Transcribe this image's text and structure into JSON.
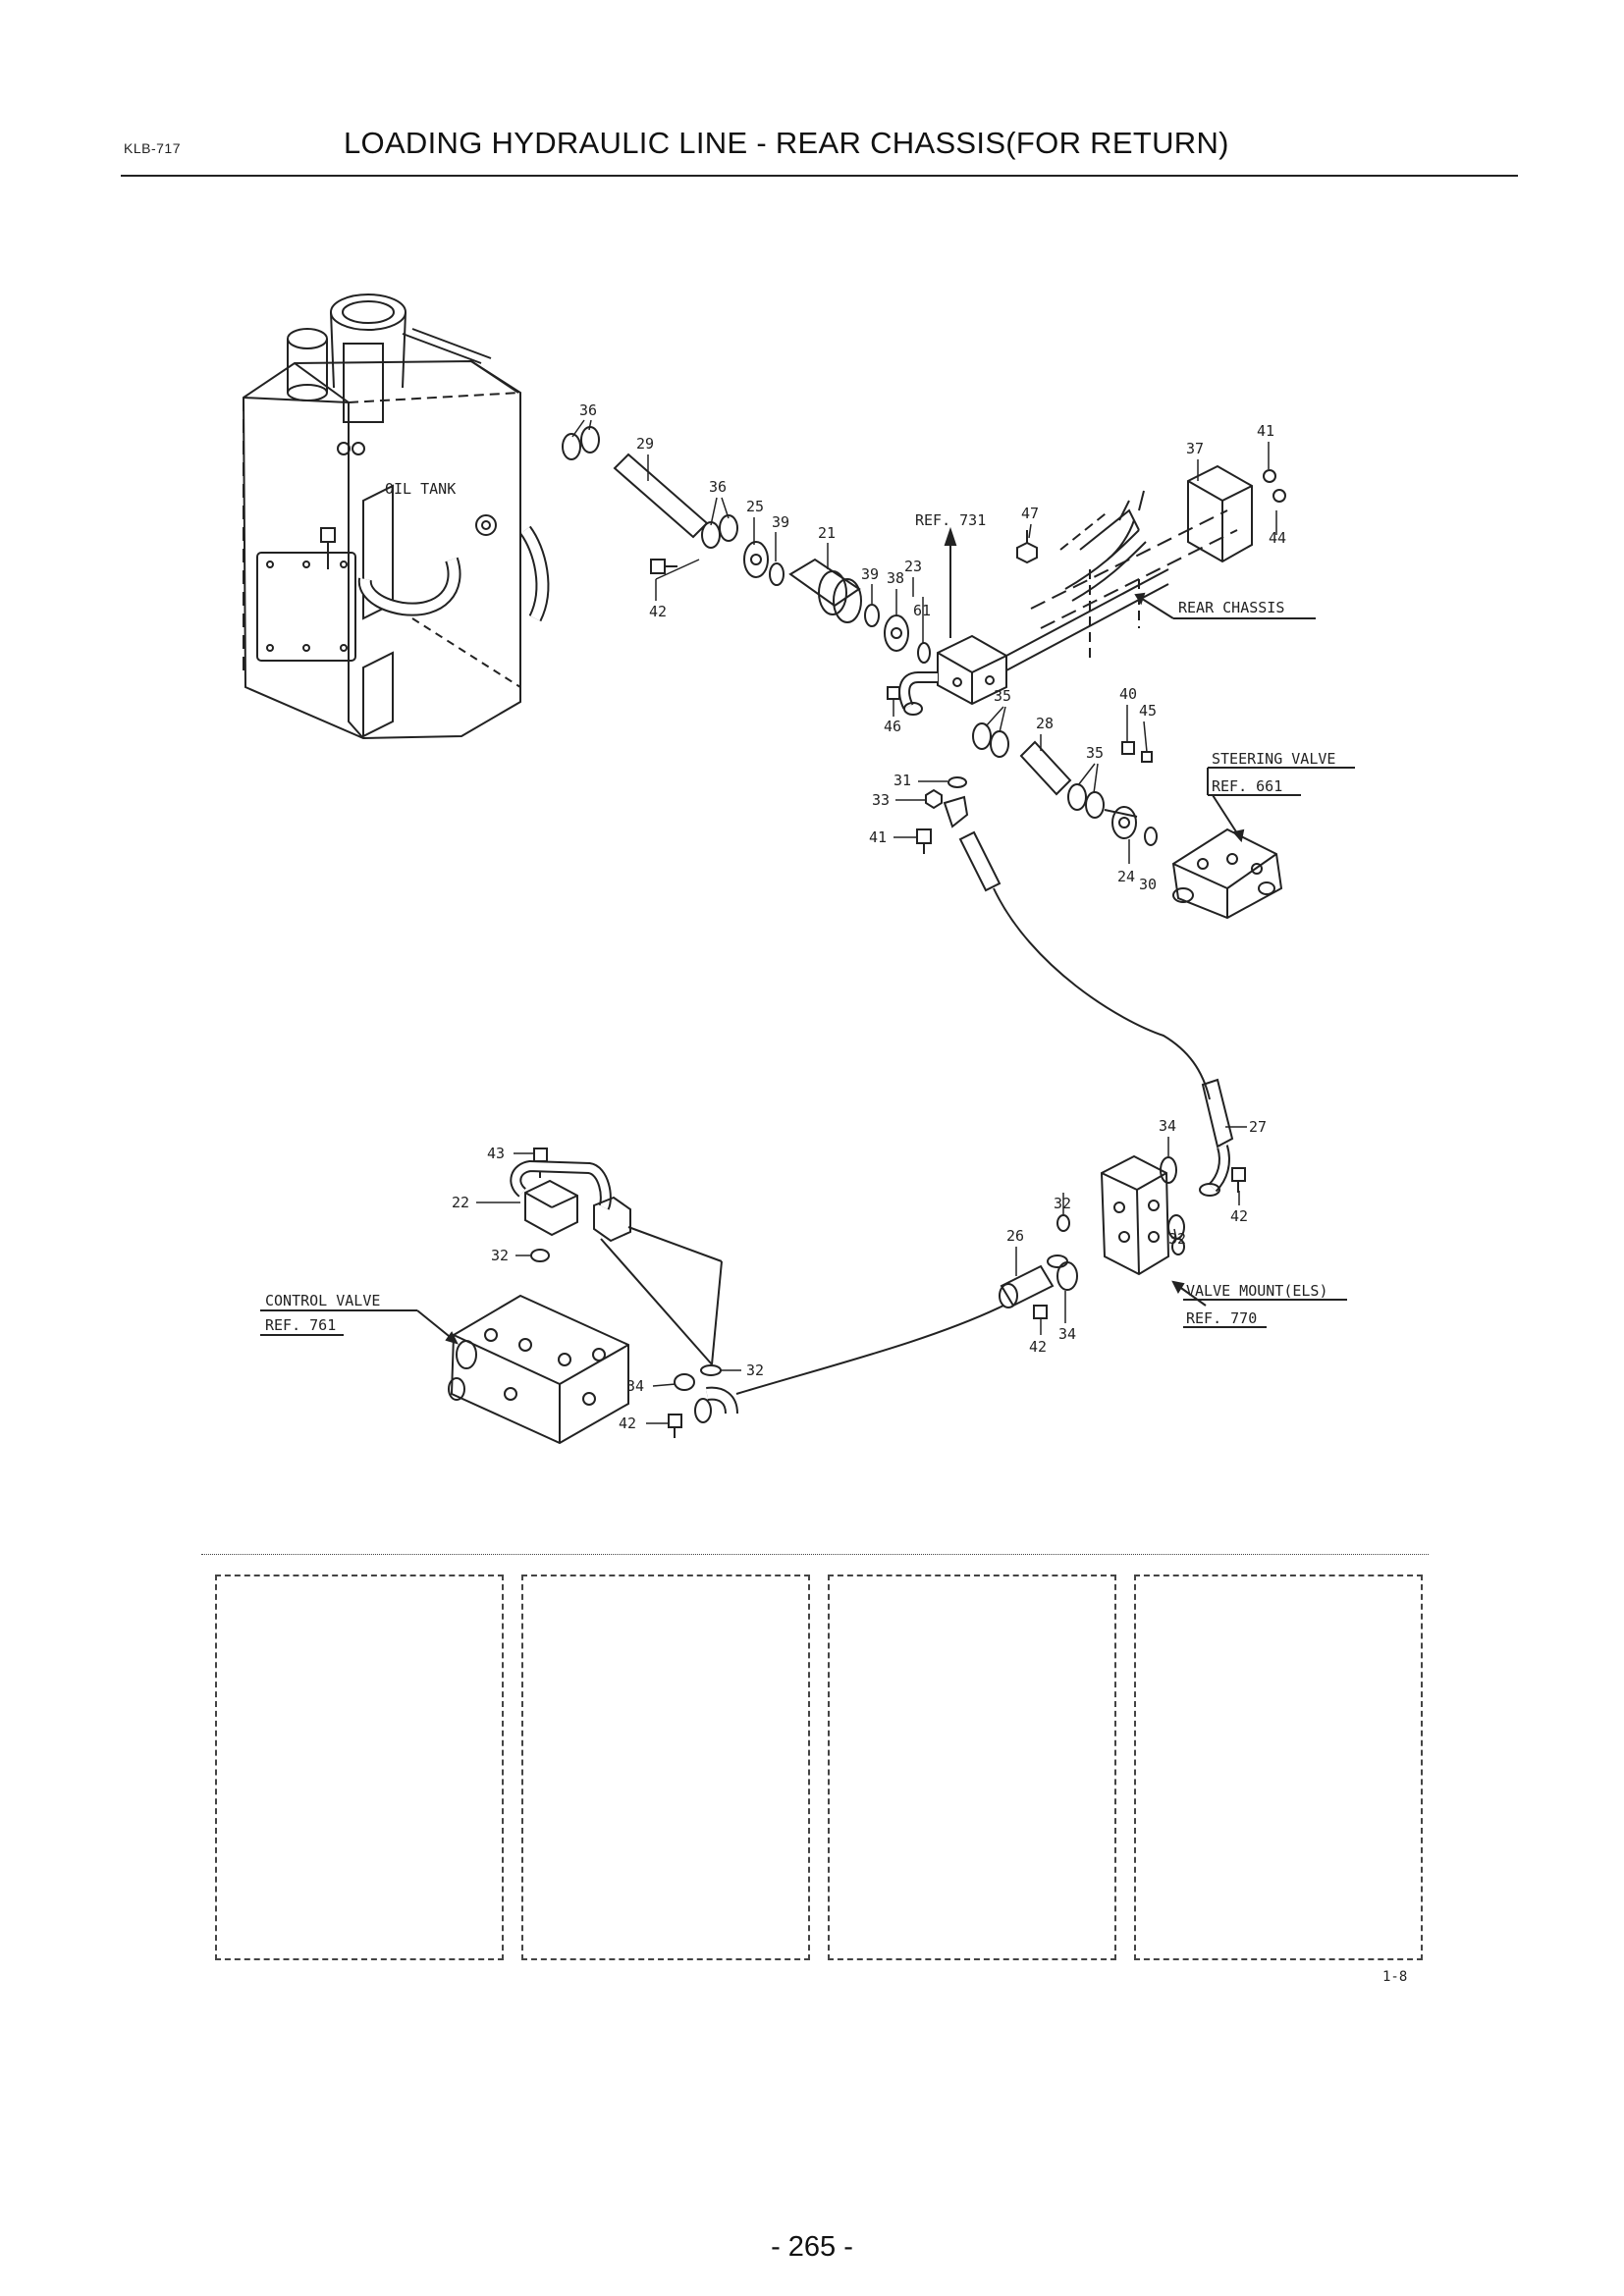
{
  "header": {
    "doc_code": "KLB-717",
    "title": "LOADING HYDRAULIC LINE - REAR CHASSIS(FOR RETURN)"
  },
  "diagram": {
    "component_labels": {
      "oil_tank": "OIL TANK",
      "ref_731": "REF. 731",
      "rear_chassis": "REAR CHASSIS",
      "steering_valve": "STEERING VALVE",
      "ref_661": "REF. 661",
      "control_valve": "CONTROL VALVE",
      "ref_761": "REF. 761",
      "valve_mount": "VALVE MOUNT(ELS)",
      "ref_770": "REF. 770"
    },
    "callouts": {
      "c36a": "36",
      "c29": "29",
      "c36b": "36",
      "c25": "25",
      "c39a": "39",
      "c21": "21",
      "c39b": "39",
      "c38": "38",
      "c23": "23",
      "c61": "61",
      "c42a": "42",
      "c47": "47",
      "c37": "37",
      "c41a": "41",
      "c44": "44",
      "c35a": "35",
      "c28": "28",
      "c40": "40",
      "c45": "45",
      "c35b": "35",
      "c46": "46",
      "c31": "31",
      "c33": "33",
      "c41b": "41",
      "c24": "24",
      "c30": "30",
      "c34a": "34",
      "c27": "27",
      "c42b": "42",
      "c32a": "32",
      "c32b": "32",
      "c26": "26",
      "c42c": "42",
      "c34b": "34",
      "c43": "43",
      "c22": "22",
      "c32c": "32",
      "c32d": "32",
      "c34c": "34",
      "c42d": "42"
    }
  },
  "sheet_ref": "1-8",
  "footer": {
    "page_number": "- 265 -"
  }
}
